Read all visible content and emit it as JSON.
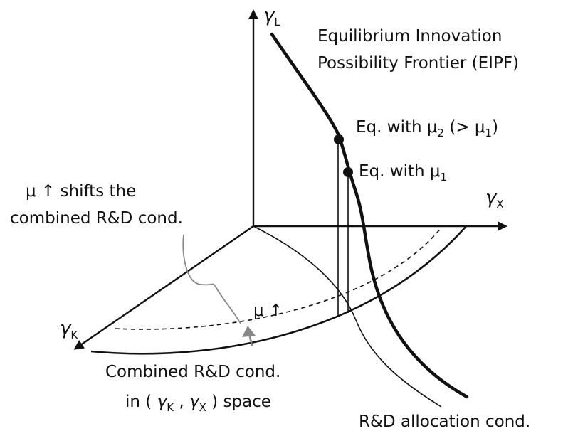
{
  "axes": {
    "gamma_l": {
      "symbol": "γ",
      "subscript": "L"
    },
    "gamma_x": {
      "symbol": "γ",
      "subscript": "X"
    },
    "gamma_k": {
      "symbol": "γ",
      "subscript": "K"
    }
  },
  "labels": {
    "eipf_line1": "Equilibrium Innovation",
    "eipf_line2": "Possibility Frontier (EIPF)",
    "eq_mu2_prefix": "Eq. with μ",
    "eq_mu2_sub": "2",
    "eq_mu2_mid": " (> μ",
    "eq_mu2_sub2": "1",
    "eq_mu2_end": ")",
    "eq_mu1_prefix": "Eq. with μ",
    "eq_mu1_sub": "1",
    "shift_line1": "μ ↑ shifts the",
    "shift_line2": "combined  R&D cond.",
    "mu_up": "μ ↑",
    "combined_line1": "Combined R&D cond.",
    "combined_line2_prefix": "in ( ",
    "combined_line2_gamma1": "γ",
    "combined_line2_sub1": "K",
    "combined_line2_comma": " , ",
    "combined_line2_gamma2": "γ",
    "combined_line2_sub2": "X",
    "combined_line2_suffix": " ) space",
    "allocation": "R&D allocation cond."
  },
  "colors": {
    "ink": "#111111",
    "gray_arrow": "#888888"
  }
}
